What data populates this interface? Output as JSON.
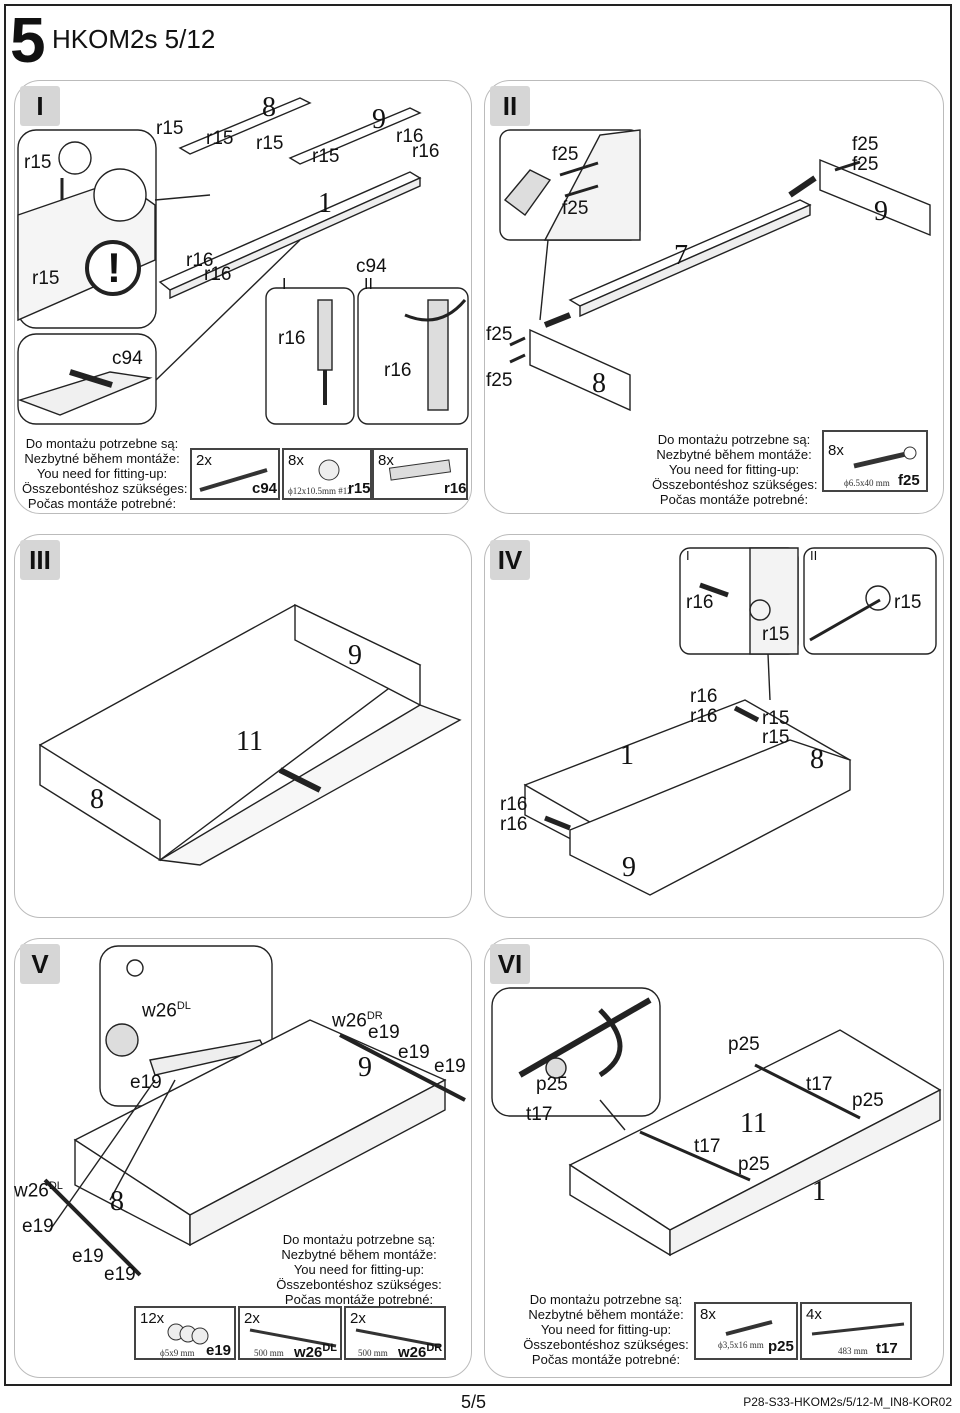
{
  "header": {
    "step": "5",
    "model": "HKOM2s 5/12"
  },
  "steps": {
    "s1": "I",
    "s2": "II",
    "s3": "III",
    "s4": "IV",
    "s5": "V",
    "s6": "VI",
    "sub1": "I",
    "sub2": "II"
  },
  "needed_lines": [
    "Do montażu potrzebne są:",
    "Nezbytné během montáže:",
    "You need for fitting-up:",
    "Összebontéshoz szükséges:",
    "Počas montáže potrebné:"
  ],
  "part_nums": {
    "p1": "1",
    "p7": "7",
    "p8": "8",
    "p9": "9",
    "p11": "11"
  },
  "codes": {
    "r15": "r15",
    "r16": "r16",
    "c94": "c94",
    "f25": "f25",
    "e19": "e19",
    "w26": "w26",
    "p25": "p25",
    "t17": "t17",
    "dl": "DL",
    "dr": "DR"
  },
  "hardware_step1": [
    {
      "qty": "2x",
      "code": "c94",
      "dim": ""
    },
    {
      "qty": "8x",
      "code": "r15",
      "dim": "ϕ12x10.5mm #12"
    },
    {
      "qty": "8x",
      "code": "r16",
      "dim": ""
    }
  ],
  "hardware_step2": [
    {
      "qty": "8x",
      "code": "f25",
      "dim": "ϕ6.5x40 mm"
    }
  ],
  "hardware_step5": [
    {
      "qty": "12x",
      "code": "e19",
      "dim": "ϕ5x9 mm"
    },
    {
      "qty": "2x",
      "code": "w26",
      "sup": "DL",
      "dim": "500 mm"
    },
    {
      "qty": "2x",
      "code": "w26",
      "sup": "DR",
      "dim": "500 mm"
    }
  ],
  "hardware_step6": [
    {
      "qty": "8x",
      "code": "p25",
      "dim": "ϕ3,5x16 mm"
    },
    {
      "qty": "4x",
      "code": "t17",
      "dim": "483 mm"
    }
  ],
  "footer": {
    "page": "5/5",
    "ref": "P28-S33-HKOM2s/5/12-M_IN8-KOR02"
  }
}
